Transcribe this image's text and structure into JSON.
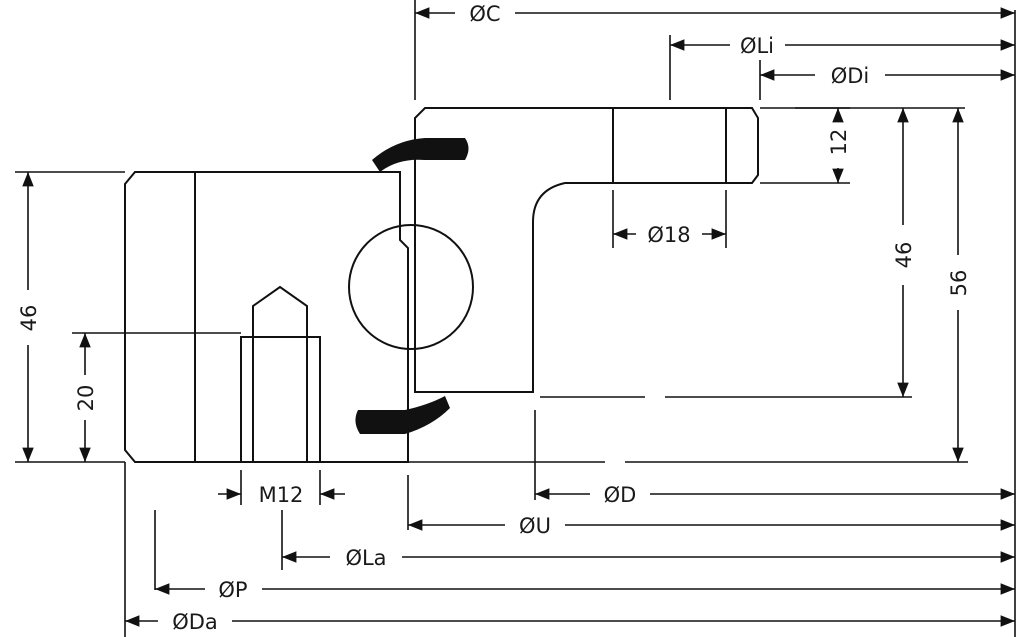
{
  "colors": {
    "section_fill": "#a9c5e8",
    "line": "#111111",
    "seal": "#111111",
    "background": "#ffffff"
  },
  "labels": {
    "dia_c": "ØC",
    "dia_li": "ØLi",
    "dia_di": "ØDi",
    "dim_12": "12",
    "dim_18": "Ø18",
    "dim_46_right": "46",
    "dim_56": "56",
    "dim_46_left": "46",
    "dim_20": "20",
    "thread_m12": "M12",
    "dia_d": "ØD",
    "dia_u": "ØU",
    "dia_la": "ØLa",
    "dia_p": "ØP",
    "dia_da": "ØDa"
  }
}
